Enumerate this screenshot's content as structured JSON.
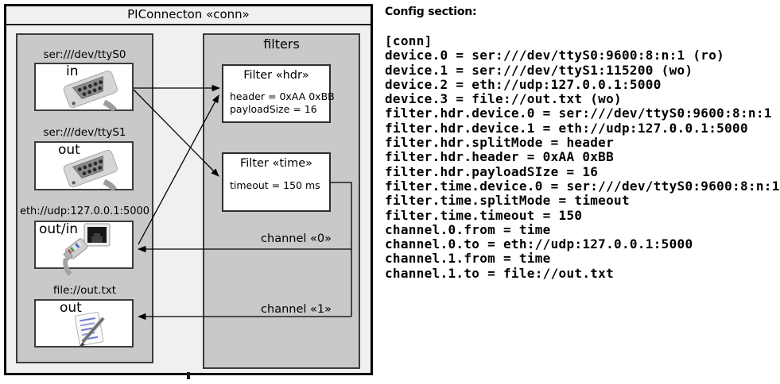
{
  "diagram": {
    "title": "PIConnecton «conn»",
    "devices": [
      {
        "label": "ser:///dev/ttyS0",
        "port": "in",
        "icon": "serial-connector-icon"
      },
      {
        "label": "ser:///dev/ttyS1",
        "port": "out",
        "icon": "serial-connector-icon"
      },
      {
        "label": "eth://udp:127.0.0.1:5000",
        "port": "out/in",
        "icon": "ethernet-connector-icon"
      },
      {
        "label": "file://out.txt",
        "port": "out",
        "icon": "notepad-icon"
      }
    ],
    "filters": {
      "title": "filters",
      "items": [
        {
          "title": "Filter «hdr»",
          "properties": [
            "header = 0xAA 0xBB",
            "payloadSize = 16"
          ]
        },
        {
          "title": "Filter «time»",
          "properties": [
            "timeout = 150 ms"
          ]
        }
      ]
    },
    "channels": [
      {
        "label": "channel «0»"
      },
      {
        "label": "channel «1»"
      }
    ],
    "connections": [
      "ser:///dev/ttyS0 → Filter «hdr»",
      "ser:///dev/ttyS0 → Filter «time»",
      "eth://udp:127.0.0.1:5000 → Filter «hdr»",
      "Filter «time» → channel «0» → eth://udp:127.0.0.1:5000",
      "Filter «time» → channel «1» → file://out.txt"
    ]
  },
  "config": {
    "heading": "Config section:",
    "lines": [
      "[conn]",
      "device.0 = ser:///dev/ttyS0:9600:8:n:1 (ro)",
      "device.1 = ser:///dev/ttyS1:115200 (wo)",
      "device.2 = eth://udp:127.0.0.1:5000",
      "device.3 = file://out.txt (wo)",
      "filter.hdr.device.0 = ser:///dev/ttyS0:9600:8:n:1",
      "filter.hdr.device.1 = eth://udp:127.0.0.1:5000",
      "filter.hdr.splitMode = header",
      "filter.hdr.header = 0xAA 0xBB",
      "filter.hdr.payloadSIze = 16",
      "filter.time.device.0 = ser:///dev/ttyS0:9600:8:n:1",
      "filter.time.splitMode = timeout",
      "filter.time.timeout = 150",
      "channel.0.from = time",
      "channel.0.to = eth://udp:127.0.0.1:5000",
      "channel.1.from = time",
      "channel.1.to = file://out.txt"
    ]
  },
  "colors": {
    "diagram_bg": "#f0f0f0",
    "panel_bg": "#c9c9c9",
    "box_bg": "#ffffff",
    "border_dark": "#3c3c3c",
    "outer_border": "#000000",
    "text": "#000000"
  }
}
